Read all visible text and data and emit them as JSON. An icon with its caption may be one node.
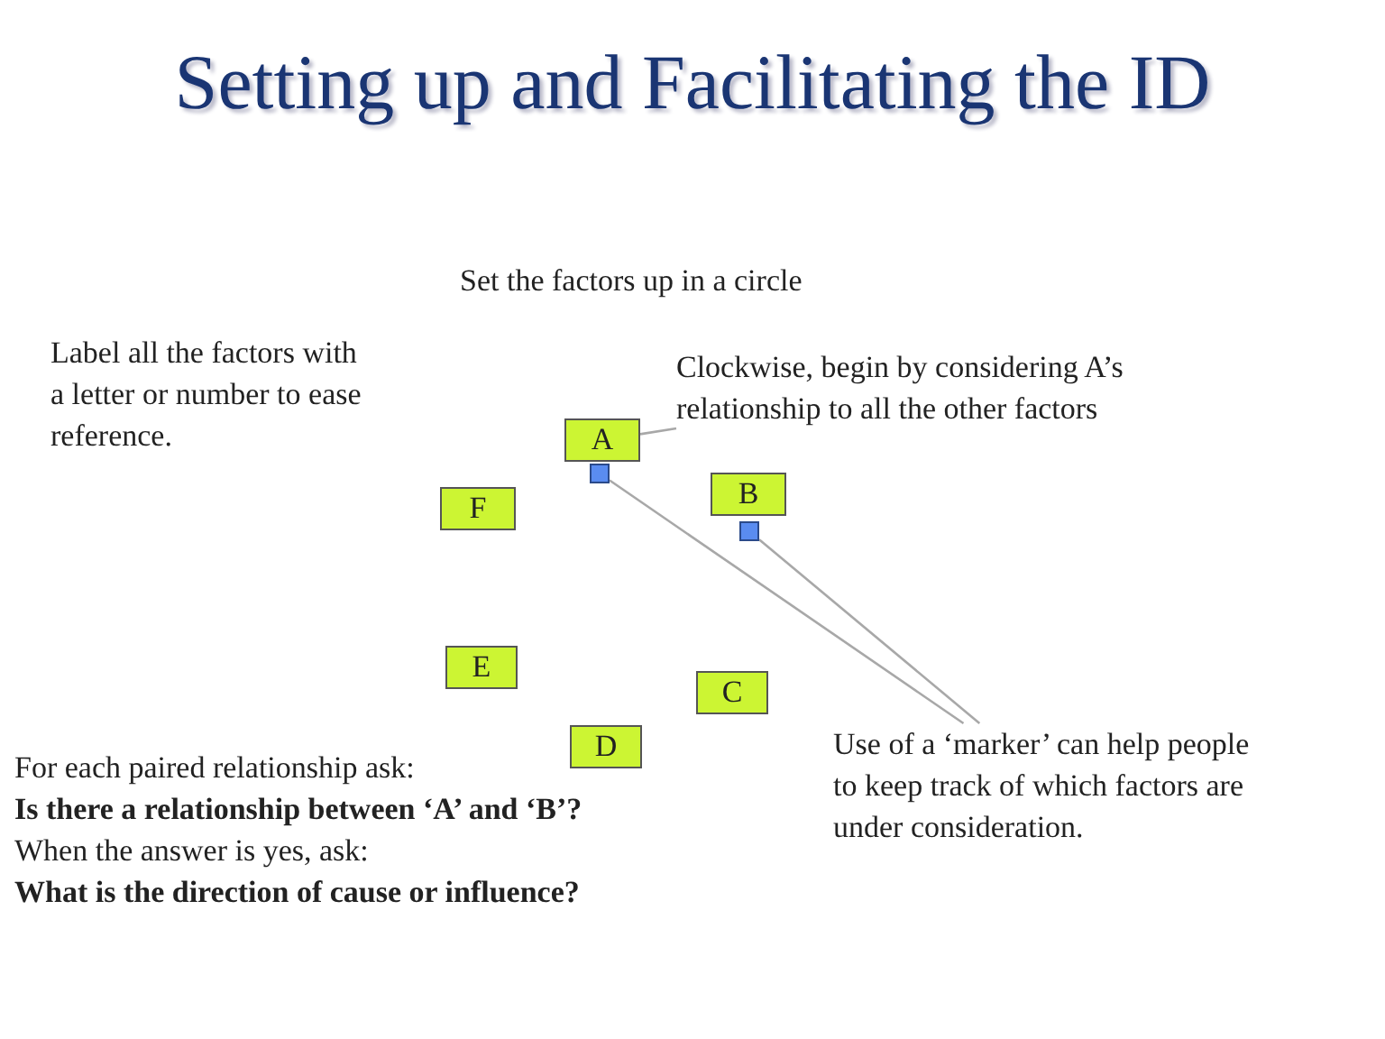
{
  "diagram": {
    "title": "Setting up and Facilitating the ID",
    "nodes": [
      {
        "text": [
          "Clockwise, begin by considering A’s relationship to all the other factors"
        ]
      },
      {
        "text": [
          "A"
        ]
      },
      {
        "text": [],
        "shape": "box"
      },
      {
        "text": [
          "B"
        ]
      },
      {
        "text": [
          "F"
        ]
      },
      {
        "text": [],
        "shape": "box"
      },
      {
        "text": [
          "E"
        ]
      },
      {
        "text": [
          "C"
        ]
      },
      {
        "text": [
          "D"
        ]
      },
      {
        "text": [
          "Use of a ‘marker’ can help people to keep track of which factors are under consideration."
        ]
      }
    ],
    "edges": [
      {
        "from": 0,
        "to": 1,
        "arrow": "none"
      },
      {
        "from": 9,
        "to": 2,
        "arrow": "none"
      },
      {
        "from": 9,
        "to": 5,
        "arrow": "none"
      }
    ],
    "labels": [
      "Set the factors up in a circle",
      "Label all the factors with a letter or number to ease reference.",
      "For each paired relationship ask:",
      "Is there a relationship between ‘A’ and ‘B’?",
      "When the answer is yes, ask:",
      "What is the direction of cause or influence?"
    ]
  }
}
